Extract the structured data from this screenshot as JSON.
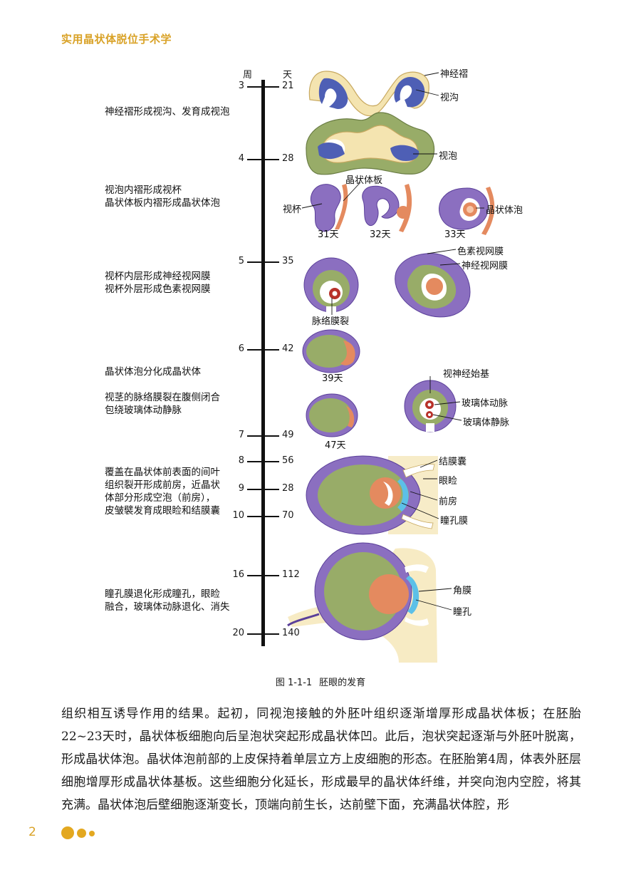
{
  "header": {
    "title": "实用晶状体脱位手术学"
  },
  "timeline": {
    "week_head": "周",
    "day_head": "天",
    "ticks": [
      {
        "week": "3",
        "day": "21"
      },
      {
        "week": "4",
        "day": "28"
      },
      {
        "week": "5",
        "day": "35"
      },
      {
        "week": "6",
        "day": "42"
      },
      {
        "week": "7",
        "day": "49"
      },
      {
        "week": "8",
        "day": "56"
      },
      {
        "week": "9",
        "day": "28"
      },
      {
        "week": "10",
        "day": "70"
      },
      {
        "week": "16",
        "day": "112"
      },
      {
        "week": "20",
        "day": "140"
      }
    ]
  },
  "descriptions": {
    "d1": "神经褶形成视沟、发育成视泡",
    "d2_l1": "视泡内褶形成视杯",
    "d2_l2": "晶状体板内褶形成晶状体泡",
    "d3_l1": "视杯内层形成神经视网膜",
    "d3_l2": "视杯外层形成色素视网膜",
    "d4": "晶状体泡分化成晶状体",
    "d5_l1": "视茎的脉络膜裂在腹侧闭合",
    "d5_l2": "包绕玻璃体动静脉",
    "d6_l1": "覆盖在晶状体前表面的间叶",
    "d6_l2": "组织裂开形成前房，近晶状",
    "d6_l3": "体部分形成空泡（前房），",
    "d6_l4": "皮皱襞发育成眼睑和结膜囊",
    "d7_l1": "瞳孔膜退化形成瞳孔，眼睑",
    "d7_l2": "融合，玻璃体动脉退化、消失"
  },
  "labels": {
    "neural_fold": "神经褶",
    "optic_sulcus": "视沟",
    "optic_vesicle": "视泡",
    "lens_placode": "晶状体板",
    "optic_cup": "视杯",
    "lens_vesicle": "晶状体泡",
    "day31": "31天",
    "day32": "32天",
    "day33": "33天",
    "pigment_retina": "色素视网膜",
    "neural_retina": "神经视网膜",
    "choroid_fissure": "脉络膜裂",
    "day39": "39天",
    "optic_nerve_primordium": "视神经始基",
    "hyaloid_artery": "玻璃体动脉",
    "hyaloid_vein": "玻璃体静脉",
    "day47": "47天",
    "conjunctival_sac": "结膜囊",
    "eyelid": "眼睑",
    "anterior_chamber": "前房",
    "pupillary_membrane": "瞳孔膜",
    "cornea": "角膜",
    "pupil": "瞳孔"
  },
  "caption": {
    "number": "图 1-1-1",
    "title": "胚眼的发育"
  },
  "body": {
    "paragraph": "组织相互诱导作用的结果。起初，同视泡接触的外胚叶组织逐渐增厚形成晶状体板；在胚胎22~23天时，晶状体板细胞向后呈泡状突起形成晶状体凹。此后，泡状突起逐渐与外胚叶脱离，形成晶状体泡。晶状体泡前部的上皮保持着单层立方上皮细胞的形态。在胚胎第4周，体表外胚层细胞增厚形成晶状体基板。这些细胞分化延长，形成最早的晶状体纤维，并突向泡内空腔，将其充满。晶状体泡后壁细胞逐渐变长，顶端向前生长，达前壁下面，充满晶状体腔，形"
  },
  "footer": {
    "page_number": "2"
  },
  "colors": {
    "accent": "#d9a227",
    "purple": "#8b6fc0",
    "purple_dark": "#5a3f99",
    "green": "#98ac68",
    "cream": "#f4e4b0",
    "lens_orange": "#e48a5f",
    "cornea_blue": "#5cc0e8",
    "vessel_red": "#b8322a",
    "blue_sulcus": "#4e5fb5"
  }
}
